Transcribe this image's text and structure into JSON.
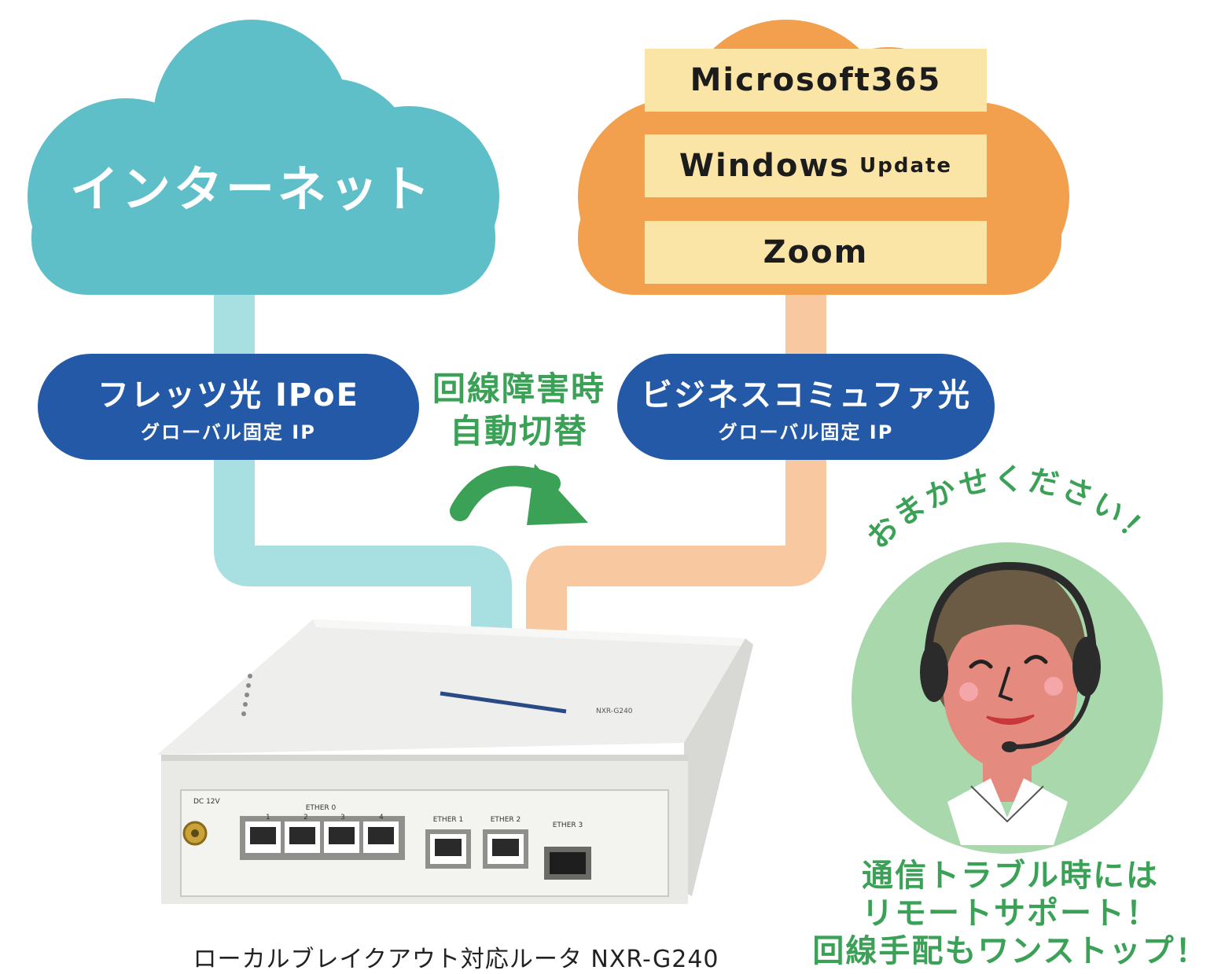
{
  "internet_cloud": {
    "label": "インターネット"
  },
  "services_cloud": {
    "items": [
      {
        "main": "Microsoft365",
        "sub": ""
      },
      {
        "main": "Windows",
        "sub": "Update"
      },
      {
        "main": "Zoom",
        "sub": ""
      }
    ]
  },
  "line_left": {
    "title": "フレッツ光 IPoE",
    "subtitle": "グローバル固定 IP"
  },
  "line_right": {
    "title": "ビジネスコミュファ光",
    "subtitle": "グローバル固定 IP"
  },
  "switch_note": {
    "line1": "回線障害時",
    "line2": "自動切替"
  },
  "support_bubble": {
    "arc_text": "おまかせください！"
  },
  "support_note": {
    "line1": "通信トラブル時には",
    "line2": "リモートサポート！",
    "line3": "回線手配もワンストップ！"
  },
  "router_caption": "ローカルブレイクアウト対応ルータ NXR-G240",
  "router": {
    "port_group_label": "ETHER 0",
    "port_numbers": [
      "1",
      "2",
      "3",
      "4"
    ],
    "ether1": "ETHER 1",
    "ether2": "ETHER 2",
    "ether3": "ETHER 3",
    "power": "DC 12V"
  },
  "colors": {
    "teal_cloud": "#5fbfc8",
    "teal_line": "#a8dfe0",
    "orange_cloud": "#f2a04e",
    "orange_line": "#f8c9a0",
    "service_box": "#fbe5a6",
    "pill_blue": "#2359a6",
    "green": "#3aa156",
    "circle_bg": "#a8d8ab"
  }
}
